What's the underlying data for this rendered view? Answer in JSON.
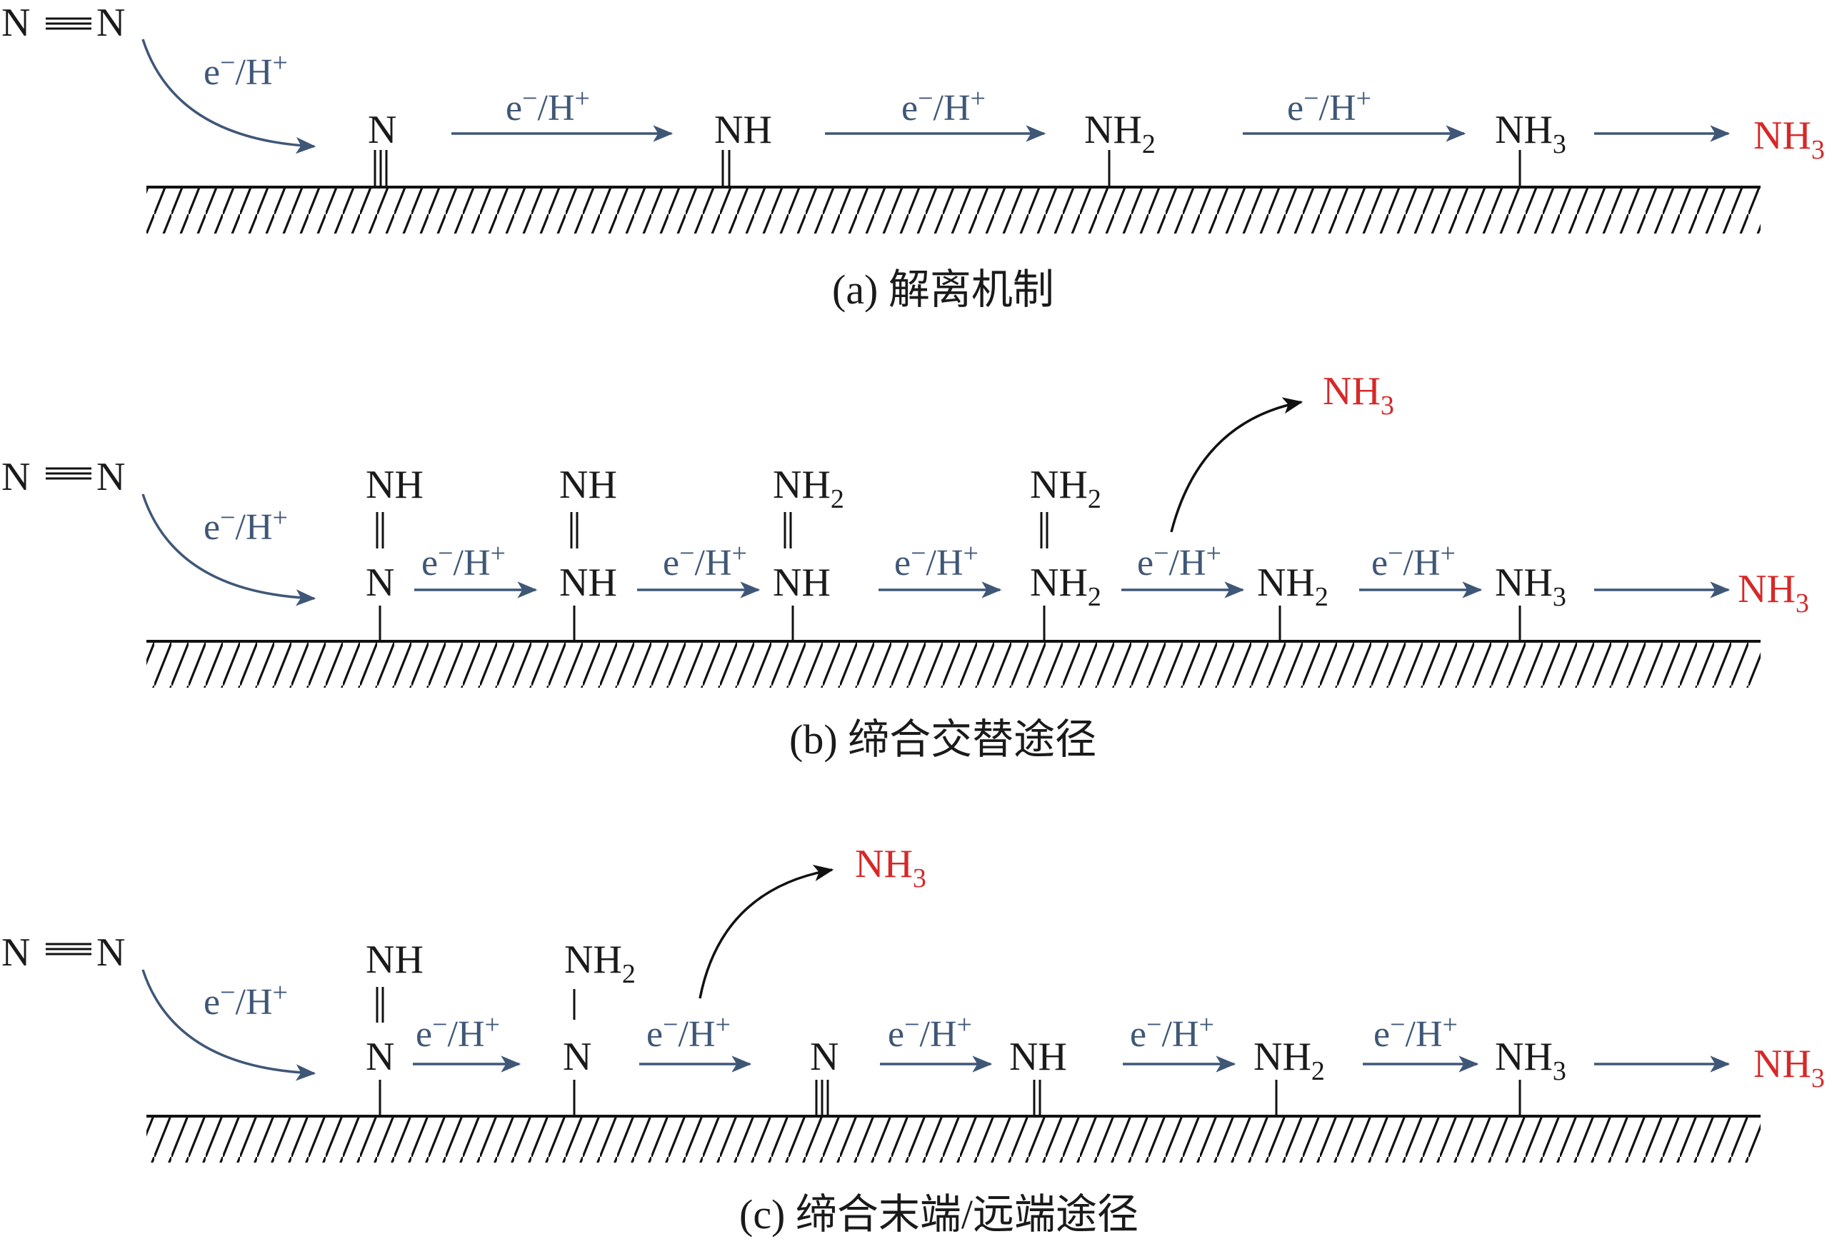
{
  "reagent": "e−/H+",
  "colors": {
    "arrow": "#3f5777",
    "product": "#d62828",
    "text": "#1a1a1a"
  },
  "panel_a": {
    "caption": "(a) 解离机制",
    "n2": {
      "left": "N",
      "right": "N"
    },
    "species": [
      {
        "base": "N",
        "sub": "",
        "bond": "triple"
      },
      {
        "base": "NH",
        "sub": "",
        "bond": "double"
      },
      {
        "base": "NH",
        "sub": "2",
        "bond": "single"
      },
      {
        "base": "NH",
        "sub": "3",
        "bond": "single"
      }
    ],
    "product": {
      "base": "NH",
      "sub": "3"
    }
  },
  "panel_b": {
    "caption": "(b) 缔合交替途径",
    "n2": {
      "left": "N",
      "right": "N"
    },
    "species": [
      {
        "top": "NH",
        "top_sub": "",
        "base": "N",
        "sub": ""
      },
      {
        "top": "NH",
        "top_sub": "",
        "base": "NH",
        "sub": ""
      },
      {
        "top": "NH",
        "top_sub": "2",
        "base": "NH",
        "sub": ""
      },
      {
        "top": "NH",
        "top_sub": "2",
        "base": "NH",
        "sub": "2"
      },
      {
        "base": "NH",
        "sub": "2"
      },
      {
        "base": "NH",
        "sub": "3"
      }
    ],
    "released": {
      "base": "NH",
      "sub": "3"
    },
    "product": {
      "base": "NH",
      "sub": "3"
    }
  },
  "panel_c": {
    "caption": "(c) 缔合末端/远端途径",
    "n2": {
      "left": "N",
      "right": "N"
    },
    "species": [
      {
        "top": "NH",
        "top_sub": "",
        "base": "N",
        "sub": "",
        "link": "double"
      },
      {
        "top": "NH",
        "top_sub": "2",
        "base": "N",
        "sub": "",
        "link": "single"
      },
      {
        "base": "N",
        "sub": "",
        "bond": "triple"
      },
      {
        "base": "NH",
        "sub": "",
        "bond": "double"
      },
      {
        "base": "NH",
        "sub": "2",
        "bond": "single"
      },
      {
        "base": "NH",
        "sub": "3",
        "bond": "single"
      }
    ],
    "released": {
      "base": "NH",
      "sub": "3"
    },
    "product": {
      "base": "NH",
      "sub": "3"
    }
  }
}
